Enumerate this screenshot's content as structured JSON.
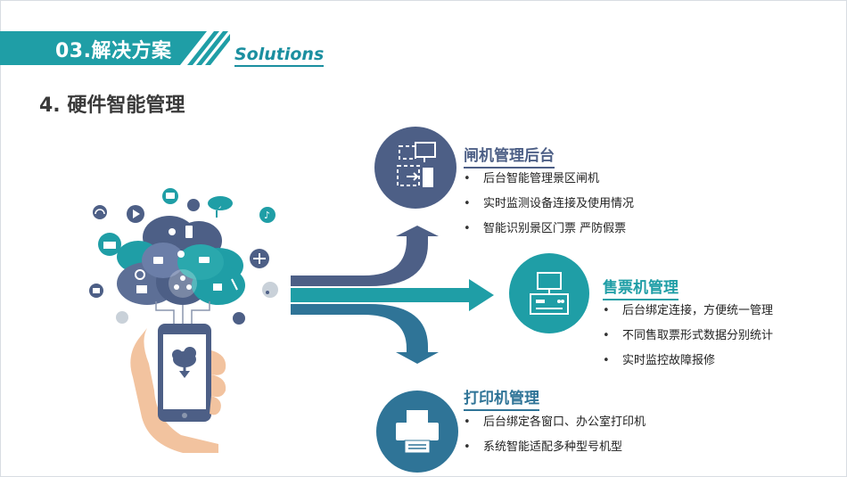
{
  "header": {
    "section_label": "03.解决方案",
    "subtitle": "Solutions",
    "heading": "4. 硬件智能管理"
  },
  "colors": {
    "teal": "#1f9ea6",
    "navy": "#4d5f86",
    "steel_blue": "#2f7497",
    "text": "#222222"
  },
  "sections": [
    {
      "title": "闸机管理后台",
      "icon": "gate-icon",
      "color": "#4d5f86",
      "items": [
        "后台智能管理景区闸机",
        "实时监测设备连接及使用情况",
        "智能识别景区门票 严防假票"
      ]
    },
    {
      "title": "售票机管理",
      "icon": "ticket-machine-icon",
      "color": "#1f9ea6",
      "items": [
        "后台绑定连接，方便统一管理",
        "不同售取票形式数据分别统计",
        "实时监控故障报修"
      ]
    },
    {
      "title": "打印机管理",
      "icon": "printer-icon",
      "color": "#2f7497",
      "items": [
        "后台绑定各窗口、办公室打印机",
        "系统智能适配多种型号机型"
      ]
    }
  ]
}
